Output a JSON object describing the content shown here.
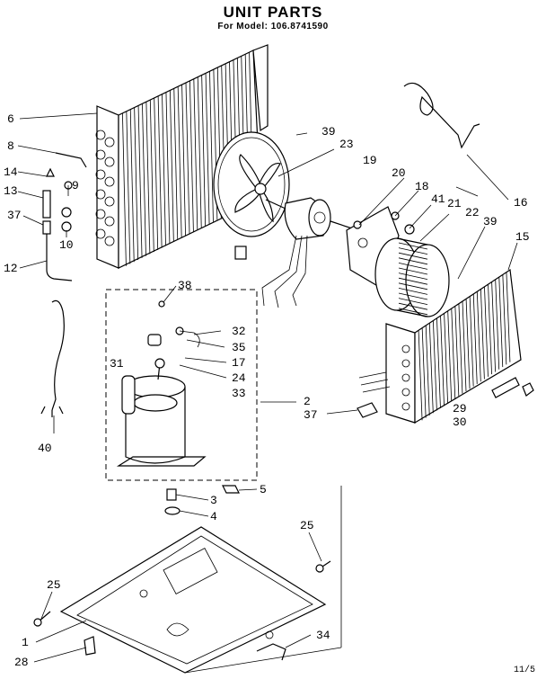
{
  "header": {
    "title": "UNIT PARTS",
    "model_line": "For Model: 106.8741590"
  },
  "callouts": {
    "c6": "6",
    "c8": "8",
    "c14": "14",
    "c13": "13",
    "c37a": "37",
    "c9": "9",
    "c10": "10",
    "c12": "12",
    "c39a": "39",
    "c23": "23",
    "c19": "19",
    "c20": "20",
    "c18": "18",
    "c41": "41",
    "c21": "21",
    "c22": "22",
    "c39b": "39",
    "c16": "16",
    "c15": "15",
    "c38": "38",
    "c32": "32",
    "c35": "35",
    "c31": "31",
    "c17": "17",
    "c24": "24",
    "c33": "33",
    "c2": "2",
    "c37b": "37",
    "c29": "29",
    "c30": "30",
    "c40": "40",
    "c3": "3",
    "c5": "5",
    "c4": "4",
    "c25a": "25",
    "c25b": "25",
    "c34": "34",
    "c1": "1",
    "c28": "28"
  },
  "footer": {
    "code": "11/5"
  }
}
